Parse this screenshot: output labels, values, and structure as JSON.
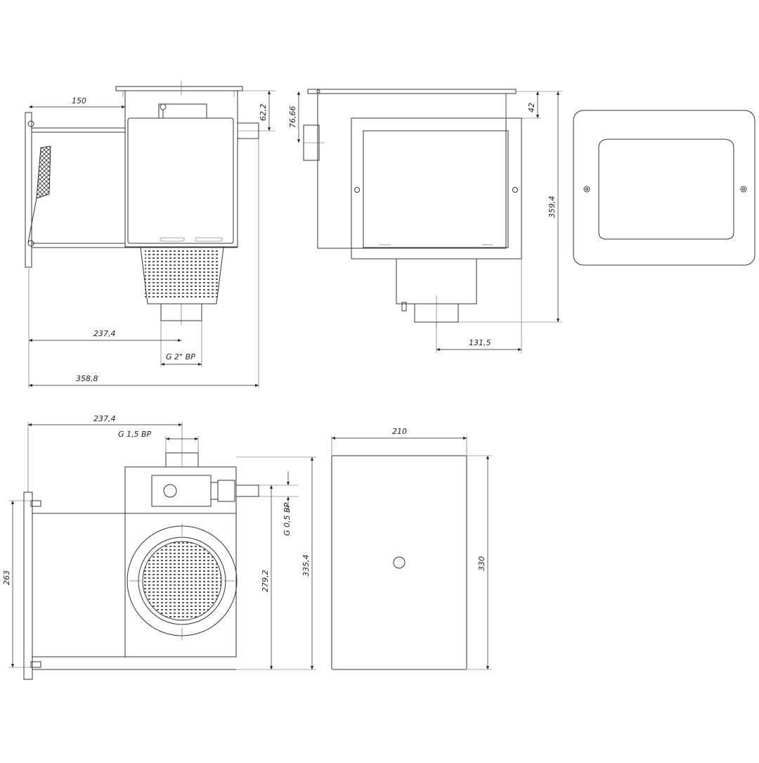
{
  "views": {
    "side": {
      "dims": {
        "top_offset": "150",
        "height_small": "62,2",
        "outlet_offset": "237,4",
        "thread": "G 2\" ВР",
        "total_width": "358,8"
      }
    },
    "front": {
      "dims": {
        "left_height": "76,66",
        "right_offset": "42",
        "total_height": "359,4",
        "bottom_width": "131,5"
      }
    },
    "top": {
      "dims": {
        "outlet_offset": "237,4",
        "thread_top": "G 1,5 ВР",
        "thread_side": "G 0,5 ВР",
        "left_height": "263",
        "inner_height": "279,2",
        "total_height": "335,4"
      }
    },
    "lid": {
      "dims": {
        "width": "210",
        "height": "330"
      }
    }
  }
}
